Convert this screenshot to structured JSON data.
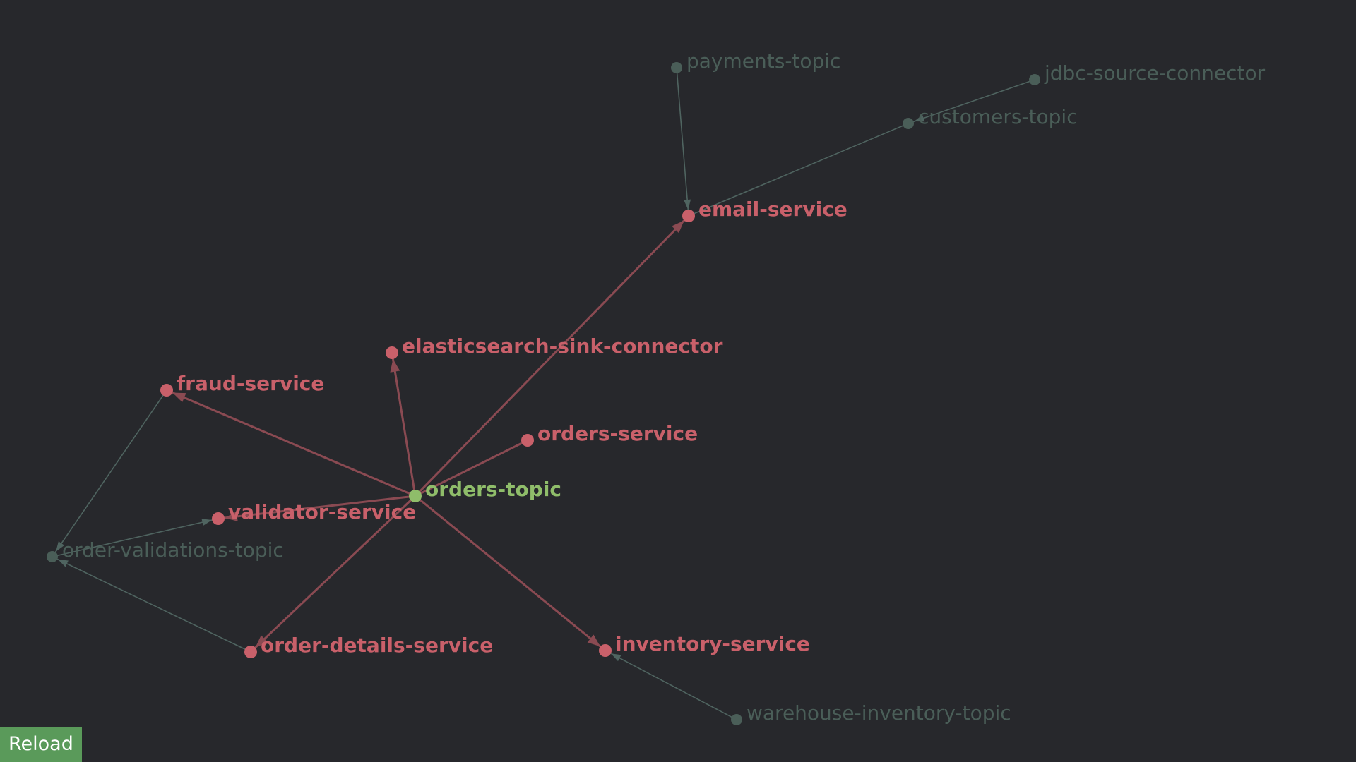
{
  "controls": {
    "reload_label": "Reload"
  },
  "colors": {
    "background": "#27282c",
    "highlight_node": "#8fbd6a",
    "connected_node": "#c9606a",
    "dim_node": "#4a5e58",
    "connected_edge": "#8a4a52",
    "dim_edge": "#4f6460",
    "reload_bg": "#5a9a5a"
  },
  "graph": {
    "nodes": [
      {
        "id": "payments-topic",
        "label": "payments-topic",
        "state": "dim"
      },
      {
        "id": "jdbc-source-connector",
        "label": "jdbc-source-connector",
        "state": "dim"
      },
      {
        "id": "customers-topic",
        "label": "customers-topic",
        "state": "dim"
      },
      {
        "id": "email-service",
        "label": "email-service",
        "state": "connected"
      },
      {
        "id": "elasticsearch-sink-connector",
        "label": "elasticsearch-sink-connector",
        "state": "connected"
      },
      {
        "id": "fraud-service",
        "label": "fraud-service",
        "state": "connected"
      },
      {
        "id": "orders-service",
        "label": "orders-service",
        "state": "connected"
      },
      {
        "id": "orders-topic",
        "label": "orders-topic",
        "state": "selected"
      },
      {
        "id": "validator-service",
        "label": "validator-service",
        "state": "connected"
      },
      {
        "id": "order-validations-topic",
        "label": "order-validations-topic",
        "state": "dim"
      },
      {
        "id": "order-details-service",
        "label": "order-details-service",
        "state": "connected"
      },
      {
        "id": "inventory-service",
        "label": "inventory-service",
        "state": "connected"
      },
      {
        "id": "warehouse-inventory-topic",
        "label": "warehouse-inventory-topic",
        "state": "dim"
      }
    ],
    "edges": [
      {
        "from": "payments-topic",
        "to": "email-service",
        "state": "dim",
        "arrow": true
      },
      {
        "from": "jdbc-source-connector",
        "to": "customers-topic",
        "state": "dim",
        "arrow": true
      },
      {
        "from": "customers-topic",
        "to": "email-service",
        "state": "dim",
        "arrow": false
      },
      {
        "from": "orders-topic",
        "to": "email-service",
        "state": "connected",
        "arrow": true
      },
      {
        "from": "orders-topic",
        "to": "elasticsearch-sink-connector",
        "state": "connected",
        "arrow": true
      },
      {
        "from": "orders-topic",
        "to": "fraud-service",
        "state": "connected",
        "arrow": true
      },
      {
        "from": "orders-service",
        "to": "orders-topic",
        "state": "connected",
        "arrow": false
      },
      {
        "from": "orders-topic",
        "to": "validator-service",
        "state": "connected",
        "arrow": true
      },
      {
        "from": "orders-topic",
        "to": "order-details-service",
        "state": "connected",
        "arrow": true
      },
      {
        "from": "orders-topic",
        "to": "inventory-service",
        "state": "connected",
        "arrow": true
      },
      {
        "from": "fraud-service",
        "to": "order-validations-topic",
        "state": "dim",
        "arrow": true
      },
      {
        "from": "order-validations-topic",
        "to": "validator-service",
        "state": "dim",
        "arrow": true
      },
      {
        "from": "order-details-service",
        "to": "order-validations-topic",
        "state": "dim",
        "arrow": true
      },
      {
        "from": "warehouse-inventory-topic",
        "to": "inventory-service",
        "state": "dim",
        "arrow": true
      }
    ]
  }
}
